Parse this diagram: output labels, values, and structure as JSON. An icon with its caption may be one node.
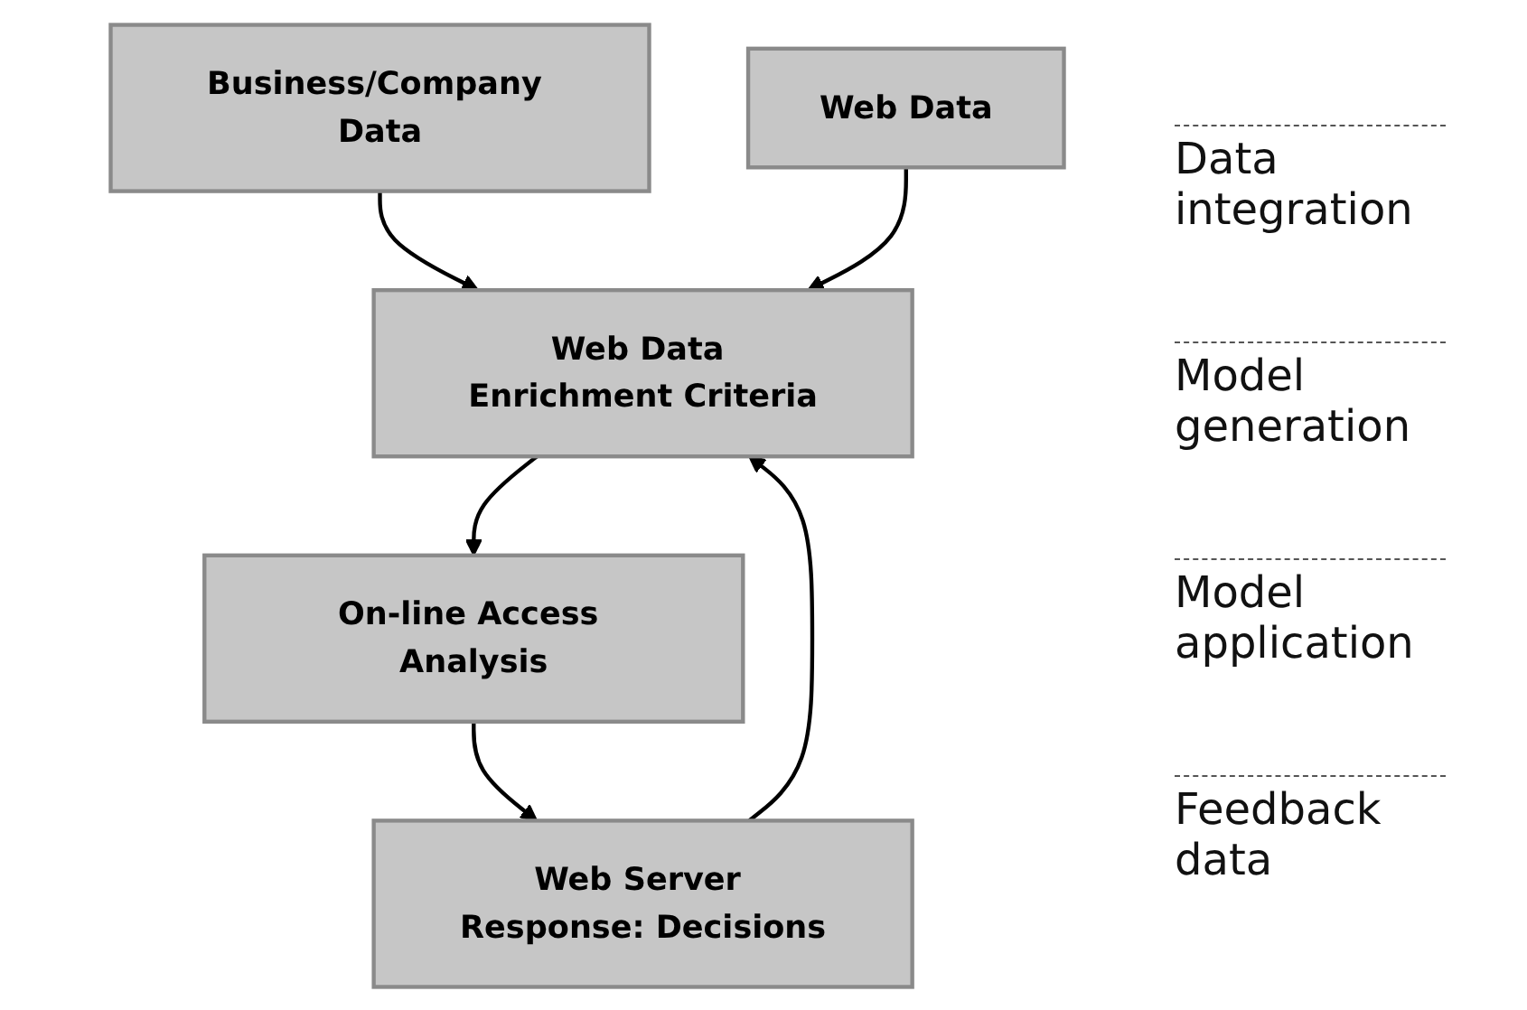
{
  "diagram": {
    "nodes": [
      {
        "text": [
          "Business/Company Data"
        ]
      },
      {
        "text": [
          "Web Data"
        ]
      },
      {
        "text": [
          "Web Data Enrichment Criteria"
        ]
      },
      {
        "text": [
          "On-line Access Analysis"
        ]
      },
      {
        "text": [
          "Web Server Response: Decisions"
        ]
      }
    ],
    "edges": [
      {
        "from": 0,
        "to": 2,
        "arrow": "to"
      },
      {
        "from": 1,
        "to": 2,
        "arrow": "to"
      },
      {
        "from": 2,
        "to": 3,
        "arrow": "to"
      },
      {
        "from": 3,
        "to": 4,
        "arrow": "to"
      },
      {
        "from": 4,
        "to": 2,
        "arrow": "to"
      }
    ],
    "labels": [
      "Data integration",
      "Model generation",
      "Model application",
      "Feedback data"
    ]
  }
}
